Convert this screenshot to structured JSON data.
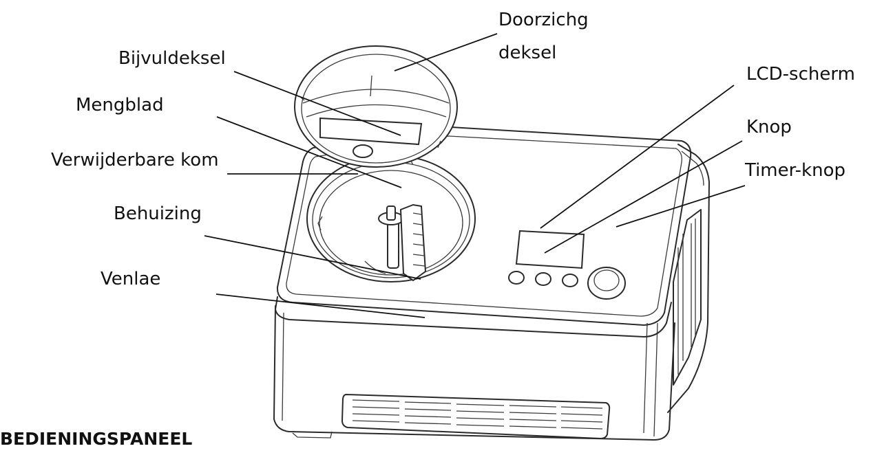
{
  "labels": {
    "lid_line1": "Doorzichg",
    "lid_line2": "deksel",
    "fill_lid": "Bijvuldeksel",
    "paddle": "Mengblad",
    "bowl": "Verwijderbare kom",
    "housing": "Behuizing",
    "vent": "Venlae",
    "lcd": "LCD-scherm",
    "button": "Knop",
    "timer": "Timer-knop"
  },
  "section_title": "BEDIENINGSPANEEL"
}
